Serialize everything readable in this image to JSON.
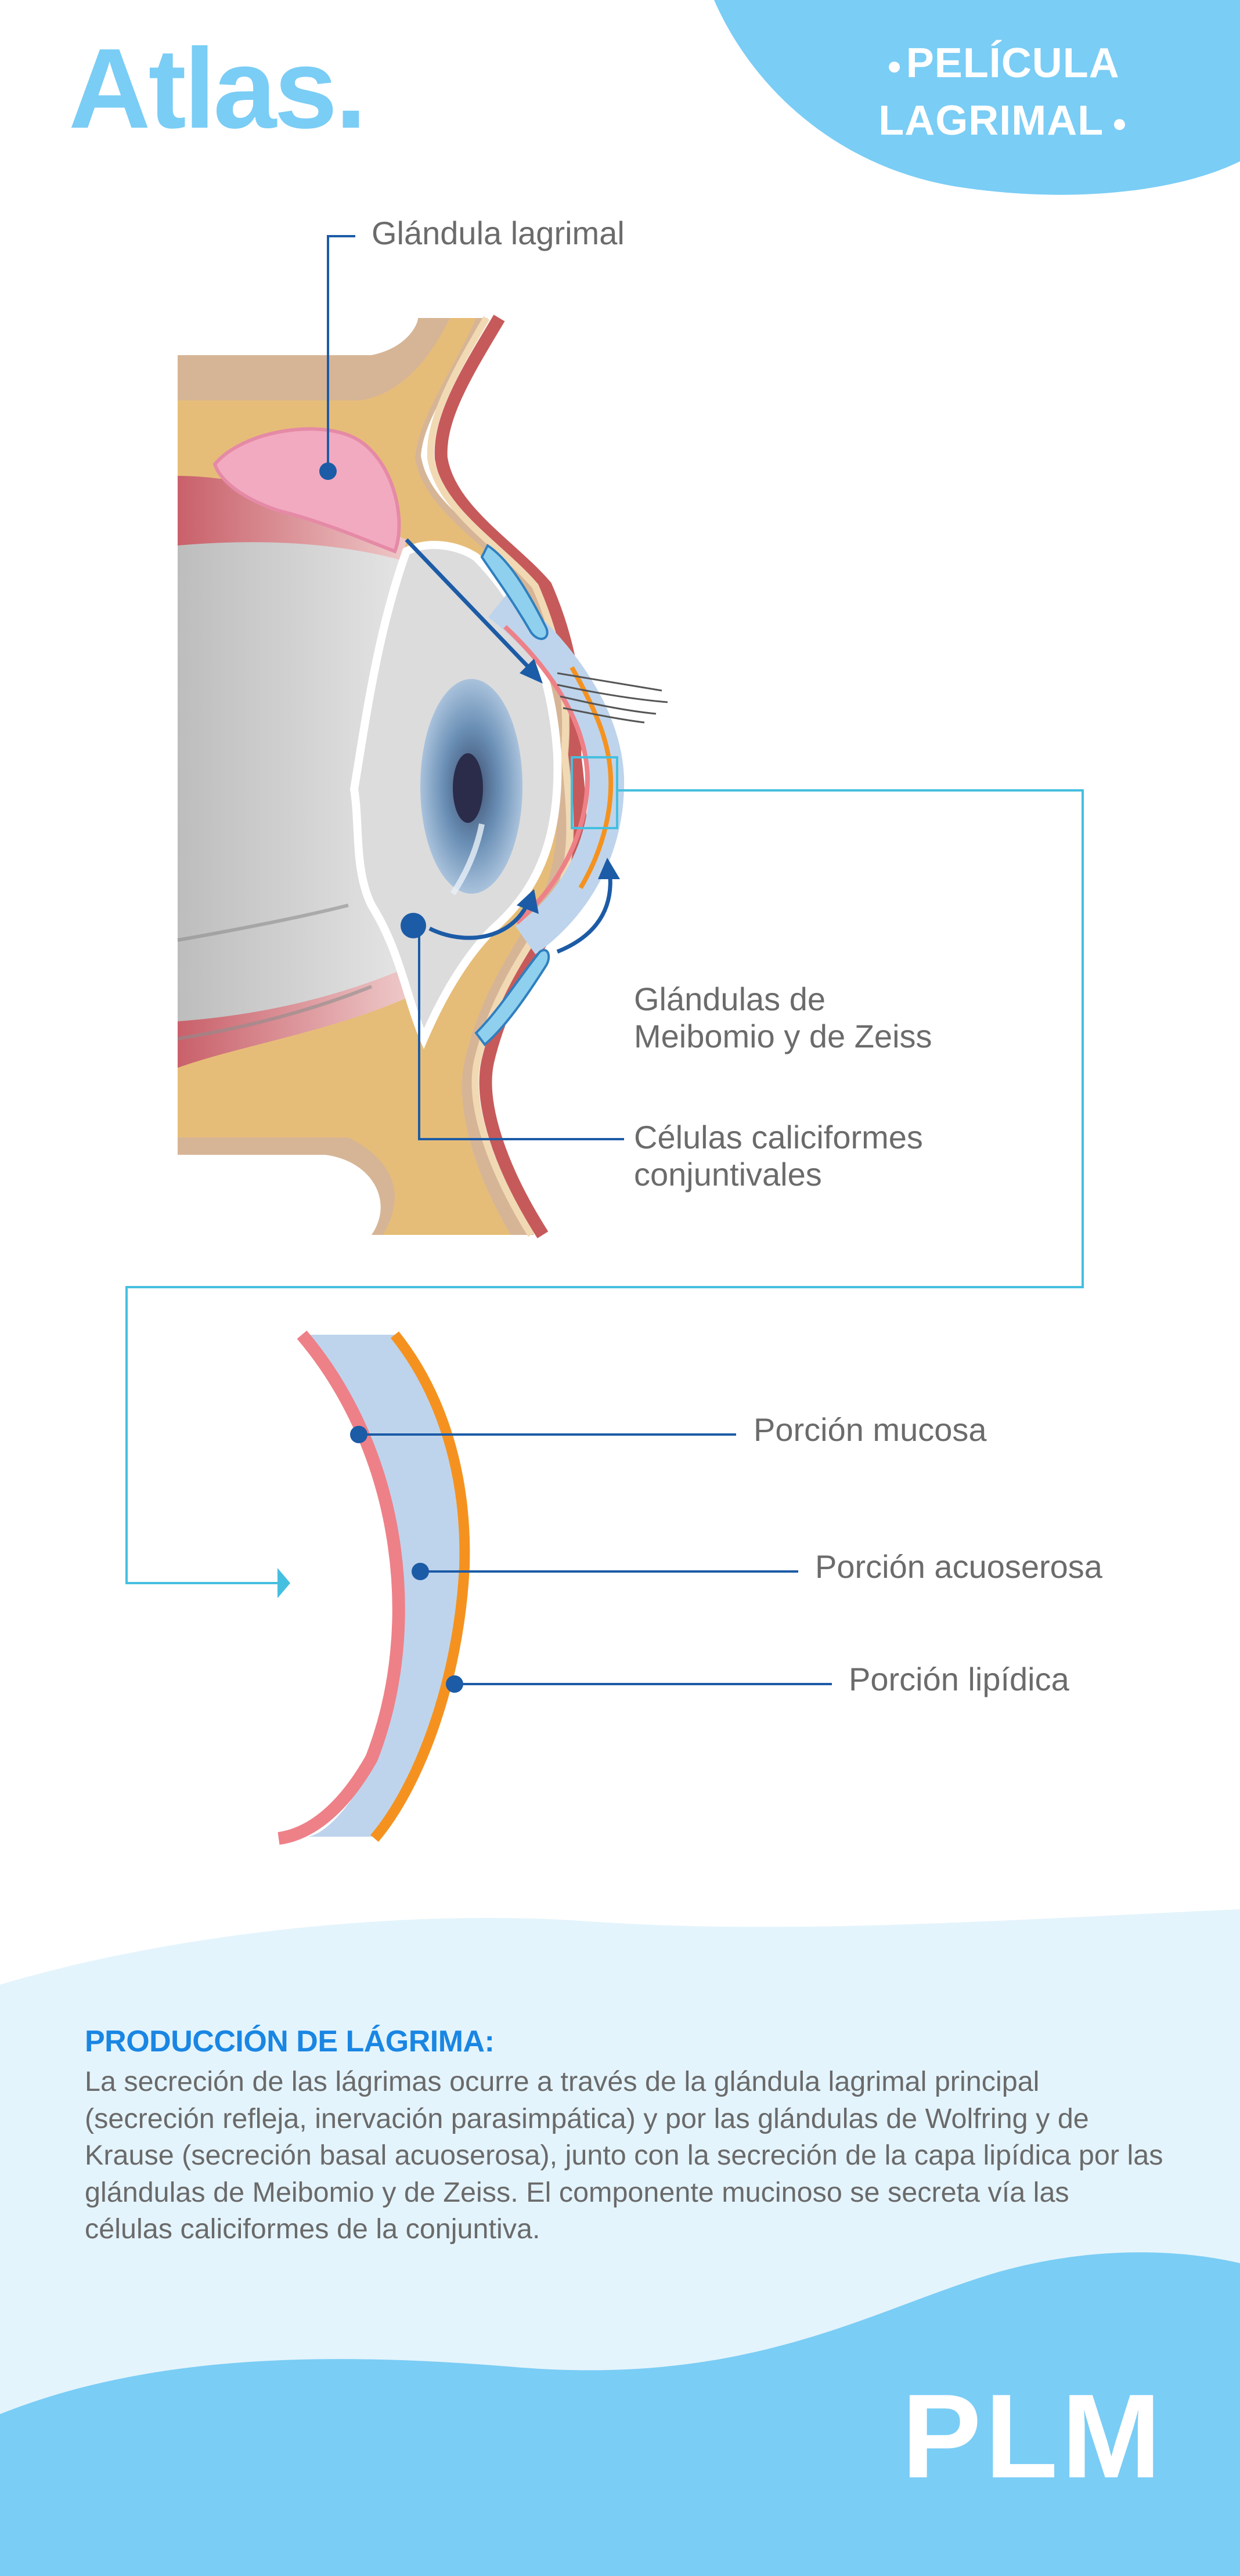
{
  "header": {
    "brand": "Atlas.",
    "topic_line1": "PELÍCULA",
    "topic_line2": "LAGRIMAL"
  },
  "eye_diagram": {
    "labels": {
      "lacrimal_gland": "Glándula lagrimal",
      "meibomian_line1": "Glándulas de",
      "meibomian_line2": "Meibomio y de Zeiss",
      "goblet_line1": "Células caliciformes",
      "goblet_line2": "conjuntivales"
    }
  },
  "tear_layers": {
    "labels": {
      "mucous": "Porción mucosa",
      "aqueous": "Porción acuoserosa",
      "lipid": "Porción lipídica"
    }
  },
  "info": {
    "title": "PRODUCCIÓN DE LÁGRIMA:",
    "body": "La secreción de las lágrimas ocurre a través de la glándula lagrimal principal (secreción refleja, inervación parasimpática) y por las glándulas de Wolfring y de Krause (secreción basal acuoserosa), junto con la secreción de la capa lipídica por las glándulas de Meibomio y de Zeiss. El componente mucinoso se secreta vía las células caliciformes de la conjuntiva."
  },
  "footer": {
    "logo": "PLM"
  },
  "colors": {
    "brand_light_blue": "#7acdf5",
    "pale_blue": "#e4f4fc",
    "title_blue": "#1a86e3",
    "leader_blue": "#1c5ba6",
    "callout_cyan": "#45bfe0",
    "mucous_pink": "#ee8088",
    "aqueous_blue": "#bed4ec",
    "lipid_orange": "#f5921f",
    "fat_tan": "#e6bd78",
    "skin_tan": "#d6b596",
    "gland_pink": "#f2aac0",
    "muscle_red": "#d0707a",
    "sclera_gray": "#d4d4d4",
    "iris_blue": "#6a8fb5",
    "pupil": "#2a2c4a"
  }
}
